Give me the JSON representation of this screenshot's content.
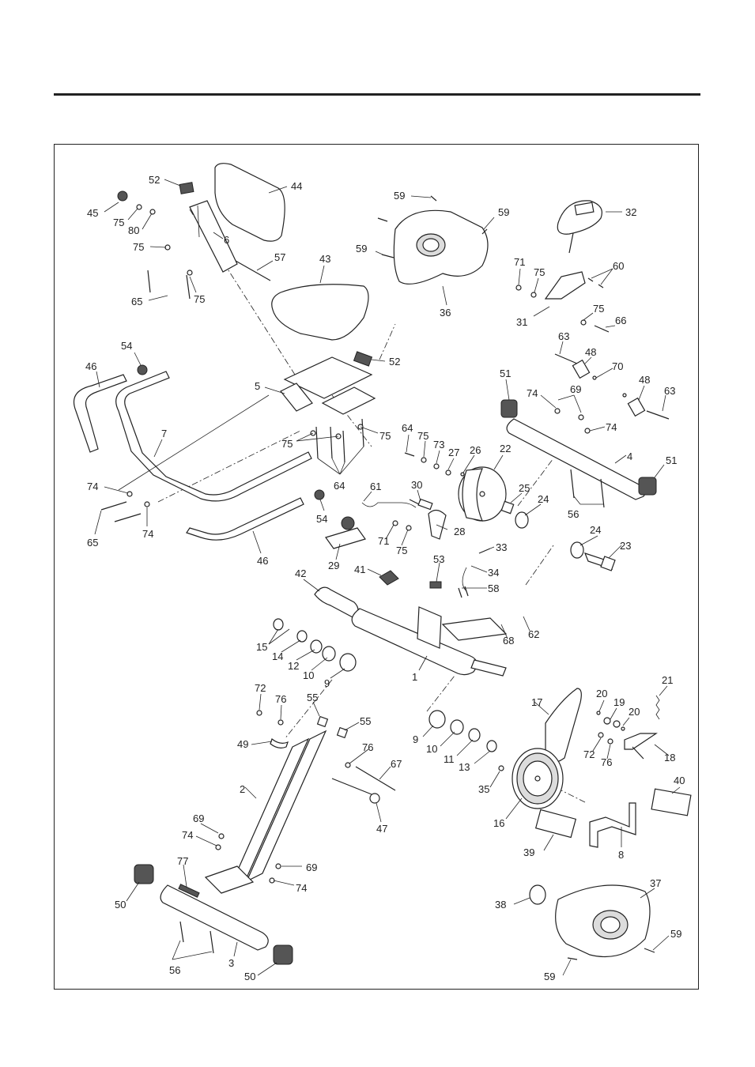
{
  "diagram": {
    "type": "exploded-parts-view",
    "callouts": [
      "52",
      "44",
      "45",
      "75",
      "80",
      "6",
      "75",
      "57",
      "43",
      "65",
      "75",
      "59",
      "59",
      "59",
      "36",
      "32",
      "71",
      "75",
      "60",
      "31",
      "75",
      "66",
      "63",
      "48",
      "70",
      "48",
      "63",
      "51",
      "74",
      "69",
      "74",
      "4",
      "51",
      "56",
      "54",
      "46",
      "52",
      "5",
      "7",
      "75",
      "75",
      "64",
      "64",
      "75",
      "73",
      "27",
      "26",
      "22",
      "61",
      "30",
      "25",
      "24",
      "28",
      "71",
      "75",
      "29",
      "74",
      "65",
      "74",
      "54",
      "46",
      "24",
      "23",
      "33",
      "34",
      "58",
      "41",
      "53",
      "42",
      "62",
      "68",
      "15",
      "14",
      "12",
      "10",
      "9",
      "1",
      "72",
      "76",
      "55",
      "55",
      "49",
      "76",
      "67",
      "2",
      "47",
      "69",
      "74",
      "69",
      "74",
      "77",
      "50",
      "56",
      "3",
      "50",
      "17",
      "20",
      "19",
      "20",
      "21",
      "9",
      "10",
      "11",
      "13",
      "35",
      "72",
      "76",
      "18",
      "16",
      "40",
      "39",
      "8",
      "38",
      "37",
      "59",
      "59"
    ]
  }
}
